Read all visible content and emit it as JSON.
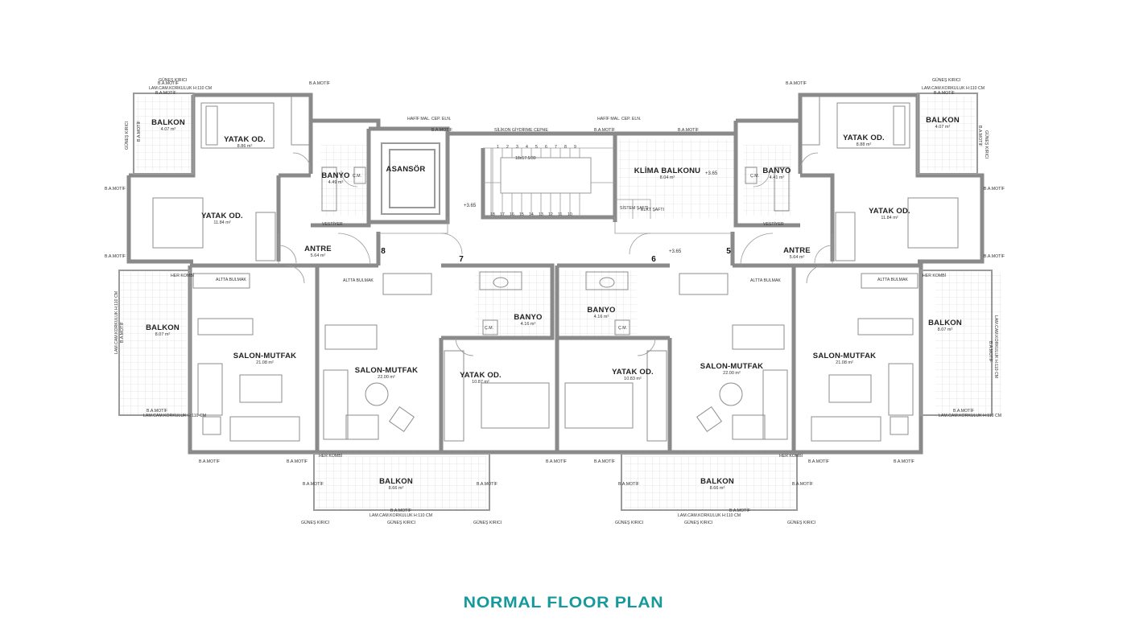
{
  "title": "NORMAL FLOOR PLAN",
  "colors": {
    "title": "#16999a",
    "walls": "#8a8a8a",
    "lines": "#9a9a9a"
  },
  "rooms": [
    {
      "name": "BALKON",
      "area": "4.07 m²"
    },
    {
      "name": "YATAK OD.",
      "area": "8.86 m²"
    },
    {
      "name": "YATAK OD.",
      "area": "11.84 m²"
    },
    {
      "name": "BANYO",
      "area": "4.49 m²"
    },
    {
      "name": "ASANSÖR",
      "area": ""
    },
    {
      "name": "ANTRE",
      "area": "5.64 m²"
    },
    {
      "name": "BALKON",
      "area": "8.07 m²"
    },
    {
      "name": "SALON-MUTFAK",
      "area": "21.08 m²"
    },
    {
      "name": "SALON-MUTFAK",
      "area": "22.00 m²"
    },
    {
      "name": "BANYO",
      "area": "4.16 m²"
    },
    {
      "name": "YATAK OD.",
      "area": "10.87 m²"
    },
    {
      "name": "BALKON",
      "area": "8.66 m²"
    },
    {
      "name": "KLİMA BALKONU",
      "area": "8.04 m²"
    },
    {
      "name": "BANYO",
      "area": "4.16 m²"
    },
    {
      "name": "YATAK OD.",
      "area": "10.83 m²"
    },
    {
      "name": "SALON-MUTFAK",
      "area": "22.00 m²"
    },
    {
      "name": "BALKON",
      "area": "8.66 m²"
    },
    {
      "name": "BANYO",
      "area": "4.41 m²"
    },
    {
      "name": "ANTRE",
      "area": "5.64 m²"
    },
    {
      "name": "BALKON",
      "area": "4.07 m²"
    },
    {
      "name": "YATAK OD.",
      "area": "8.88 m²"
    },
    {
      "name": "YATAK OD.",
      "area": "11.84 m²"
    },
    {
      "name": "BALKON",
      "area": "8.07 m²"
    },
    {
      "name": "SALON-MUTFAK",
      "area": "21.08 m²"
    }
  ],
  "apartment_numbers": [
    "8",
    "7",
    "6",
    "5"
  ],
  "levels": [
    "+3.65",
    "+3.65",
    "+3.65"
  ],
  "notes": {
    "ba_motif": "B.A.MOTİF",
    "gunes_kirici": "GÜNEŞ KIRICI",
    "korkuluk": "LAM.CAM.KORKULUK H:110 CM",
    "hafif_mal": "HAFİF MAL. CEP. ELN.",
    "silikon": "SİLİKON GİYDİRME CEPHE",
    "sistem_safti": "SİSTEM ŞAFTI",
    "elkt_safti": "ELKT ŞAFTI",
    "vestiyer": "VESTİYER",
    "altta_bulmak": "ALTTA BULMAK",
    "her_kombi": "HER KOMBİ",
    "cm": "Ç.M.",
    "stair_spec": "18x17.5/30",
    "stair_top": [
      "1",
      "2",
      "3",
      "4",
      "5",
      "6",
      "7",
      "8",
      "9"
    ],
    "stair_bottom": [
      "18",
      "17",
      "16",
      "15",
      "14",
      "13",
      "12",
      "11",
      "10"
    ]
  }
}
